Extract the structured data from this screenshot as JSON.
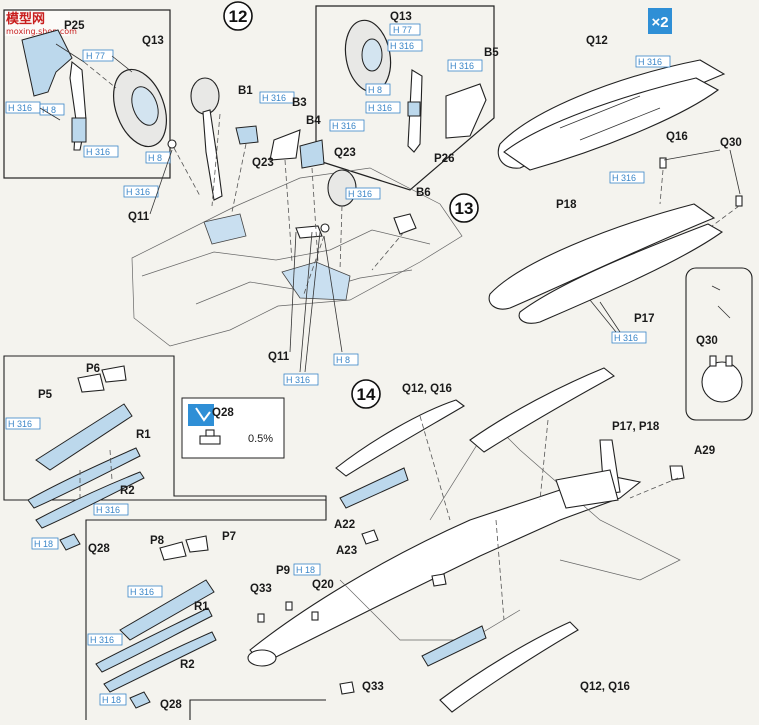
{
  "watermark": {
    "title": "模型网",
    "url": "moxing.shop.com"
  },
  "steps": {
    "s12": "12",
    "s13": "13",
    "s14": "14"
  },
  "multiplier": "×2",
  "paints": {
    "h77": "H 77",
    "h316": "H 316",
    "h8": "H 8",
    "h18": "H 18"
  },
  "parts": {
    "p25": "P25",
    "q13": "Q13",
    "q11": "Q11",
    "b1": "B1",
    "b3": "B3",
    "b4": "B4",
    "q23": "Q23",
    "b5": "B5",
    "b6": "B6",
    "p26": "P26",
    "q12": "Q12",
    "q16": "Q16",
    "q30": "Q30",
    "p18": "P18",
    "p17": "P17",
    "p6": "P6",
    "p5": "P5",
    "r1": "R1",
    "r2": "R2",
    "q28": "Q28",
    "p8": "P8",
    "p7": "P7",
    "q12q16": "Q12, Q16",
    "p17p18": "P17, P18",
    "a29": "A29",
    "a22": "A22",
    "a23": "A23",
    "p9": "P9",
    "q20": "Q20",
    "q33": "Q33"
  },
  "inset_note": "0.5%"
}
